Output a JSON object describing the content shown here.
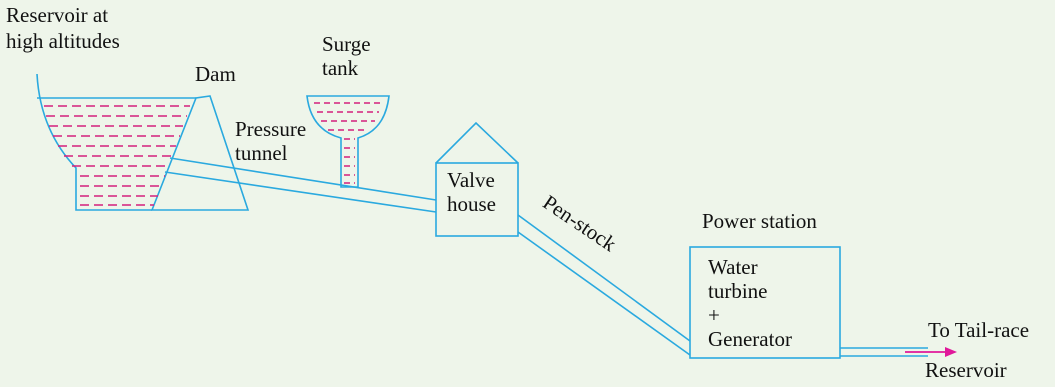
{
  "colors": {
    "background": "#eef5ea",
    "line": "#2aa9df",
    "water": "#d4207c",
    "arrow": "#e0189a",
    "text": "#111111"
  },
  "labels": {
    "reservoir": "Reservoir at\nhigh altitudes",
    "dam": "Dam",
    "surge_tank": "Surge\ntank",
    "pressure_tunnel": "Pressure\ntunnel",
    "valve_house": "Valve\nhouse",
    "penstock": "Pen-stock",
    "power_station": "Power station",
    "power_station_contents": "Water\nturbine\n+\nGenerator",
    "tail_race": "To Tail-race",
    "tail_reservoir": "Reservoir"
  }
}
